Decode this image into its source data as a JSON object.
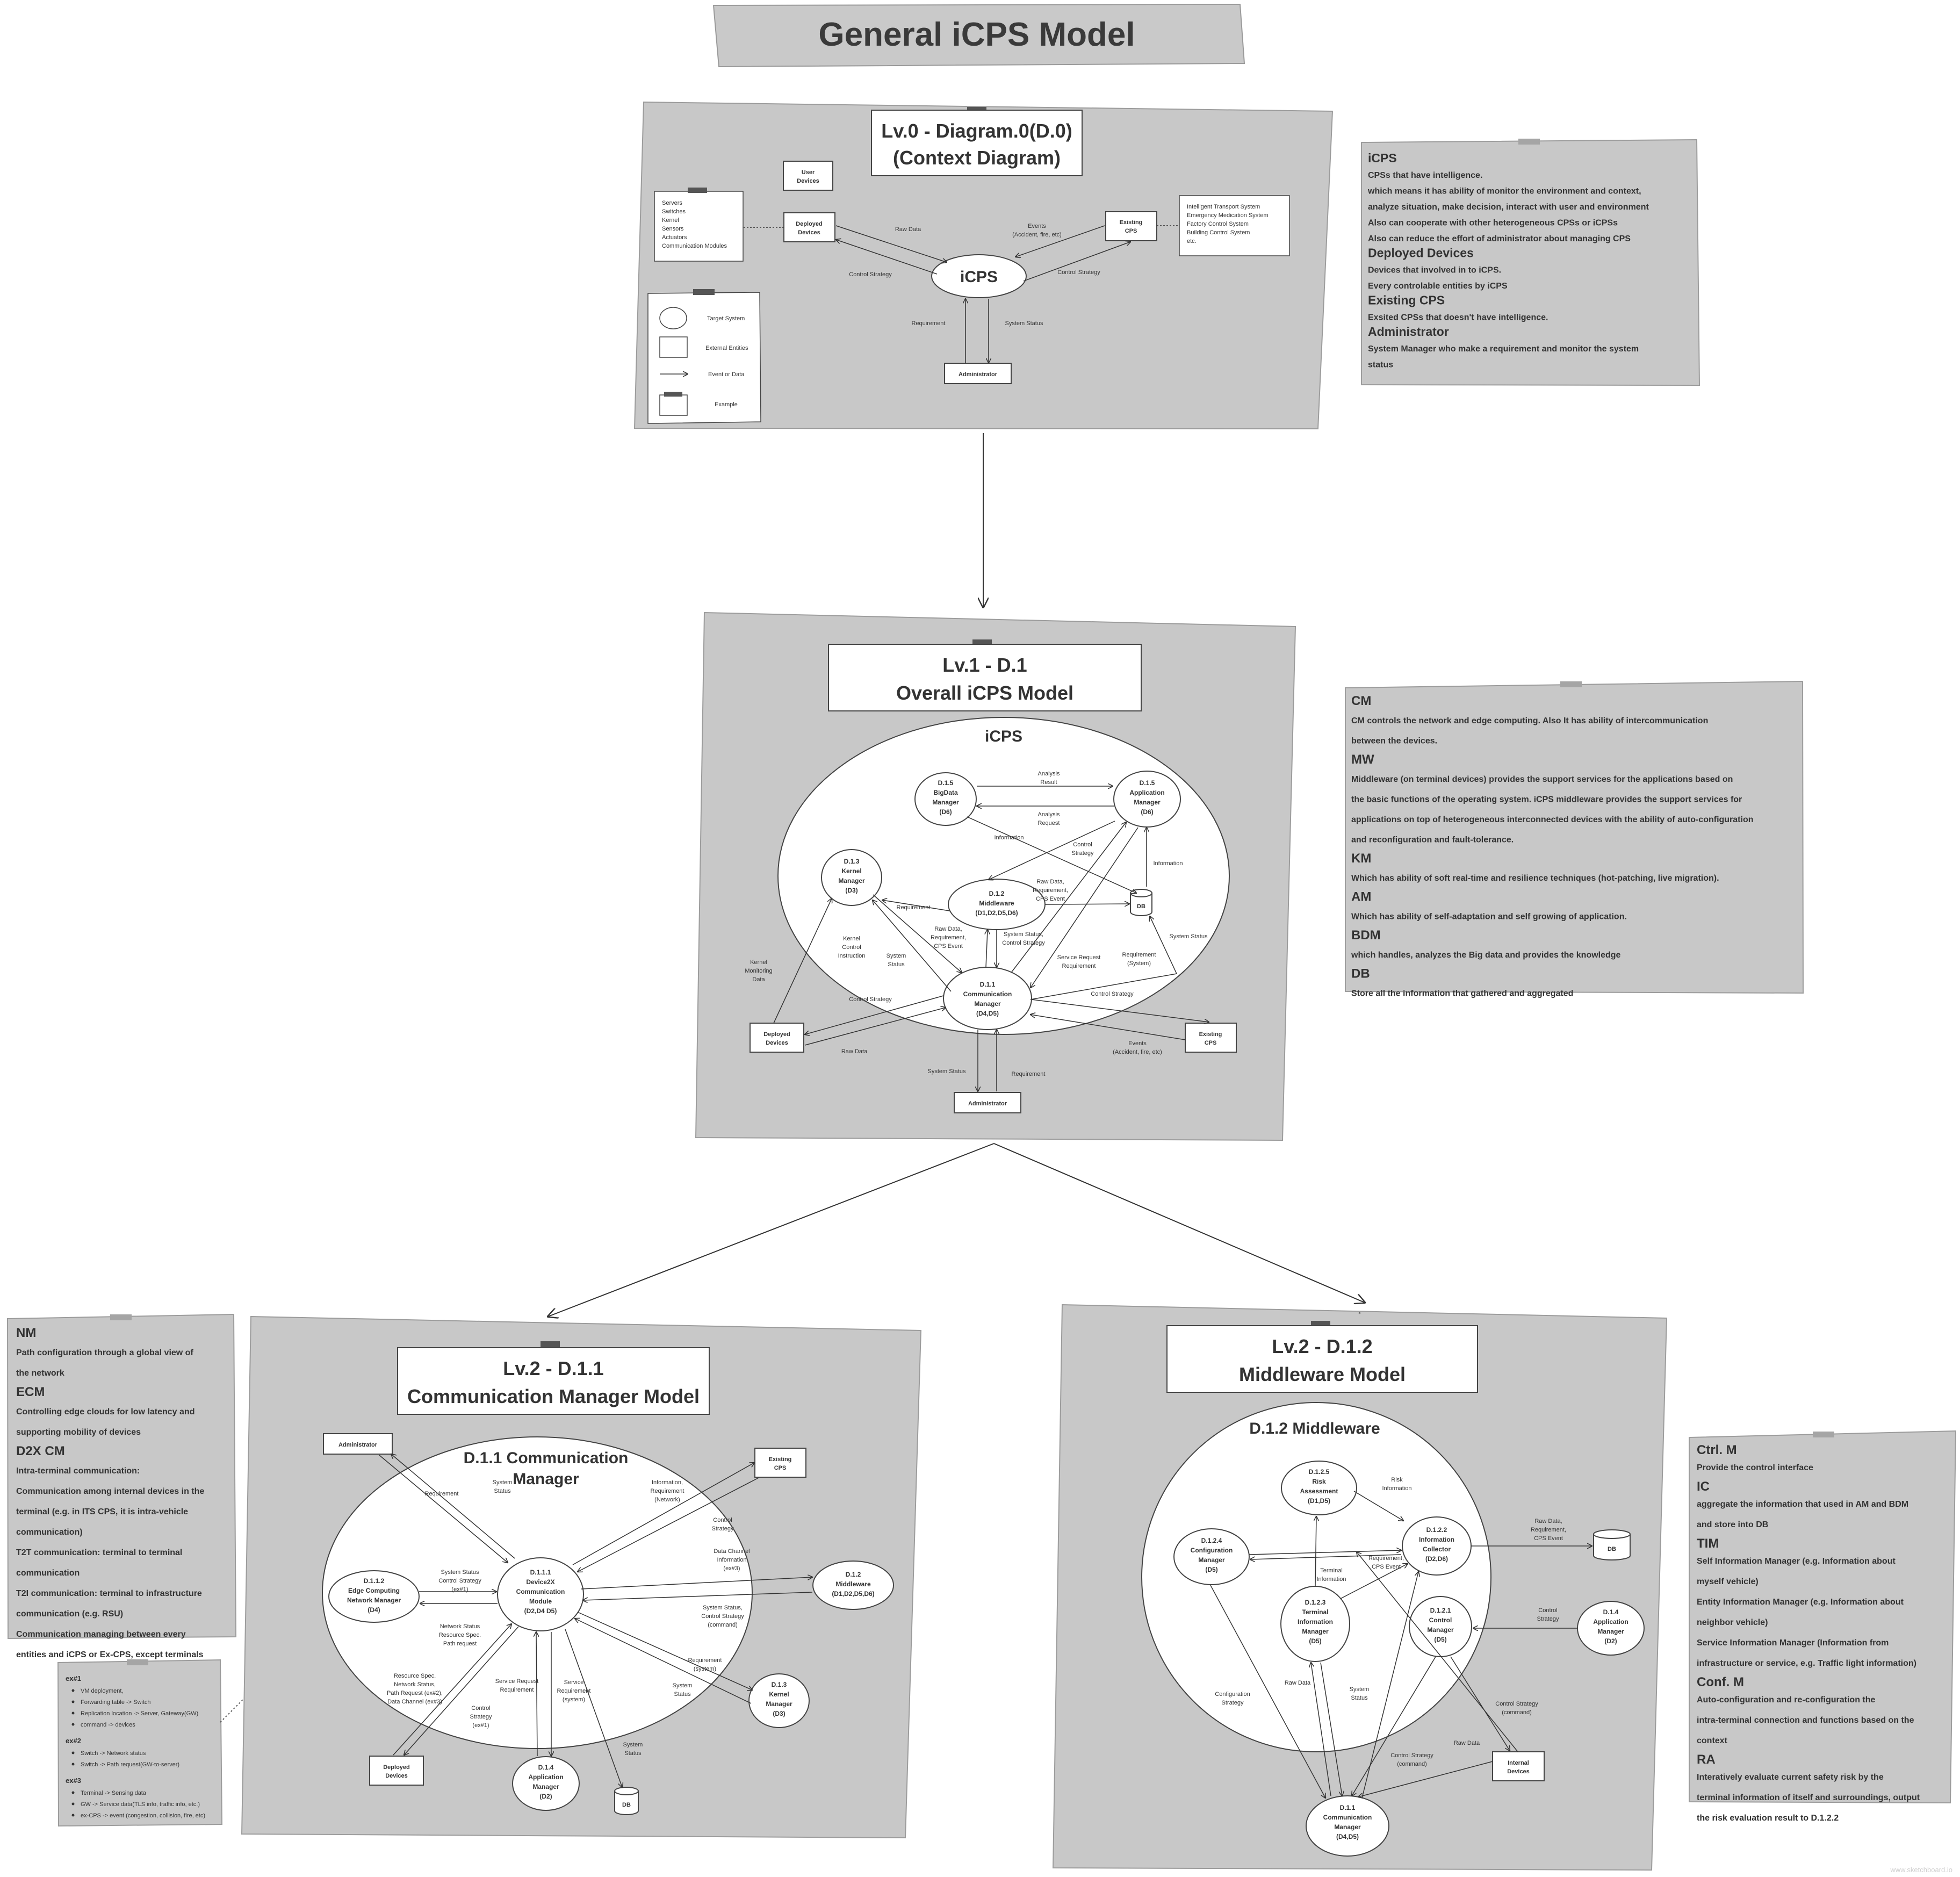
{
  "page_title": "General iCPS Model",
  "watermark": "www.sketchboard.io",
  "lv0": {
    "title_line1": "Lv.0 - Diagram.0(D.0)",
    "title_line2": "(Context Diagram)",
    "center": "iCPS",
    "user_devices": [
      "User",
      "Devices"
    ],
    "deployed_devices": [
      "Deployed",
      "Devices"
    ],
    "existing_cps": [
      "Existing",
      "CPS"
    ],
    "administrator": "Administrator",
    "deployed_examples": [
      "Servers",
      "Switches",
      "Kernel",
      "Sensors",
      "Actuators",
      "Communication Modules"
    ],
    "existing_examples": [
      "Intelligent Transport System",
      "Emergency Medication System",
      "Factory Control System",
      "Building Control System",
      "etc."
    ],
    "flows": {
      "raw_data": "Raw Data",
      "events": [
        "Events",
        "(Accident, fire, etc)"
      ],
      "control_strategy_left": "Control Strategy",
      "control_strategy_right": "Control Strategy",
      "requirement": "Requirement",
      "system_status": "System Status"
    },
    "legend": [
      "Target System",
      "External Entities",
      "Event or Data",
      "Example"
    ]
  },
  "note_icps": [
    {
      "h": "iCPS",
      "t": [
        "CPSs that have intelligence.",
        "which means it has ability of monitor the environment and context,",
        "analyze situation, make decision, interact with user and environment",
        "Also can cooperate with other heterogeneous CPSs or iCPSs",
        "Also can reduce the effort of administrator about managing CPS"
      ]
    },
    {
      "h": "Deployed Devices",
      "t": [
        "Devices that involved in to iCPS.",
        "Every controlable entities by iCPS"
      ]
    },
    {
      "h": "Existing CPS",
      "t": [
        "Exsited CPSs that doesn't have intelligence."
      ]
    },
    {
      "h": "Administrator",
      "t": [
        "System Manager who make a requirement and monitor the system",
        "status"
      ]
    }
  ],
  "lv1": {
    "title_line1": "Lv.1 - D.1",
    "title_line2": "Overall iCPS Model",
    "system": "iCPS",
    "nodes": {
      "bigdata": [
        "D.1.5",
        "BigData",
        "Manager",
        "(D6)"
      ],
      "appmgr": [
        "D.1.5",
        "Application",
        "Manager",
        "(D6)"
      ],
      "kernel": [
        "D.1.3",
        "Kernel",
        "Manager",
        "(D3)"
      ],
      "middleware": [
        "D.1.2",
        "Middleware",
        "(D1,D2,D5,D6)"
      ],
      "comm": [
        "D.1.1",
        "Communication",
        "Manager",
        "(D4,D5)"
      ],
      "db": "DB"
    },
    "deployed_devices": [
      "Deployed",
      "Devices"
    ],
    "existing_cps": [
      "Existing",
      "CPS"
    ],
    "administrator": "Administrator",
    "labels": {
      "analysis_result": [
        "Analysis",
        "Result"
      ],
      "analysis_request": [
        "Analysis",
        "Request"
      ],
      "information_left": "Information",
      "control_strategy_top": [
        "Control",
        "Strategy"
      ],
      "information_right": "Information",
      "requirement_km": "Requirement",
      "raw_data_mw": [
        "Raw Data,",
        "Requirement,",
        "CPS Event"
      ],
      "raw_data_cm": [
        "Raw Data,",
        "Requirement,",
        "CPS Event"
      ],
      "kernel_control": [
        "Kernel",
        "Control",
        "Instruction"
      ],
      "system_status_km": [
        "System",
        "Status"
      ],
      "sys_status_ctrl": [
        "System Status,",
        "Control Strategy"
      ],
      "service_request": [
        "Service Request",
        "Requirement"
      ],
      "requirement_system": [
        "Requirement",
        "(System)"
      ],
      "system_status_db": "System Status",
      "kernel_monitoring": [
        "Kernel",
        "Monitoring",
        "Data"
      ],
      "control_strategy_left": "Control Strategy",
      "control_strategy_right": "Control Strategy",
      "raw_data": "Raw Data",
      "events": [
        "Events",
        "(Accident, fire, etc)"
      ],
      "system_status": "System Status",
      "requirement": "Requirement"
    }
  },
  "note_lv1": [
    {
      "h": "CM",
      "t": [
        "CM controls the network and edge computing. Also It has ability of intercommunication",
        "between the devices."
      ]
    },
    {
      "h": "MW",
      "t": [
        "Middleware (on terminal devices) provides the support services for the applications based on",
        "the basic functions of the operating system. iCPS middleware provides the support services for",
        "applications on top of heterogeneous interconnected devices with the ability of auto-configuration",
        "and reconfiguration and fault-tolerance."
      ]
    },
    {
      "h": "KM",
      "t": [
        "Which has ability of soft real-time and resilience techniques (hot-patching, live migration)."
      ]
    },
    {
      "h": "AM",
      "t": [
        "Which has ability of self-adaptation and self growing of application."
      ]
    },
    {
      "h": "BDM",
      "t": [
        "which handles, analyzes the Big data and provides the knowledge"
      ]
    },
    {
      "h": "DB",
      "t": [
        "Store all the information that gathered and aggregated"
      ]
    }
  ],
  "lv2a": {
    "title_line1": "Lv.2 - D.1.1",
    "title_line2": "Communication Manager Model",
    "system": [
      "D.1.1 Communication",
      "Manager"
    ],
    "nodes": {
      "d2x": [
        "D.1.1.1",
        "Device2X",
        "Communication",
        "Module",
        "(D2,D4 D5)"
      ],
      "edge": [
        "D.1.1.2",
        "Edge Computing",
        "Network Manager",
        "(D4)"
      ],
      "middleware": [
        "D.1.2",
        "Middleware",
        "(D1,D2,D5,D6)"
      ],
      "kernel": [
        "D.1.3",
        "Kernel",
        "Manager",
        "(D3)"
      ],
      "appmgr": [
        "D.1.4",
        "Application",
        "Manager",
        "(D2)"
      ],
      "db": "DB"
    },
    "administrator": "Administrator",
    "existing_cps": [
      "Existing",
      "CPS"
    ],
    "deployed_devices": [
      "Deployed",
      "Devices"
    ],
    "labels": {
      "requirement": "Requirement",
      "system_status": [
        "System",
        "Status"
      ],
      "info_req": [
        "Information,",
        "Requirement",
        "(Network)"
      ],
      "control_strategy_top": [
        "Control",
        "Strategy"
      ],
      "data_channel": [
        "Data Channel",
        "Information",
        "(ex#3)"
      ],
      "sys_ctrl_cmd": [
        "System Status,",
        "Control Strategy",
        "(command)"
      ],
      "sys_status_edge": [
        "System Status",
        "Control Strategy",
        "(ex#1)"
      ],
      "network_status": [
        "Network Status",
        "Resource Spec.",
        "Path request"
      ],
      "resource_spec": [
        "Resource Spec.",
        "Network Status,",
        "Path Request (ex#2),",
        "Data Channel (ex#3)"
      ],
      "control_strategy_dev": [
        "Control",
        "Strategy",
        "(ex#1)"
      ],
      "service_request": [
        "Service Request",
        "Requirement"
      ],
      "service_req_sys": [
        "Service",
        "Requirement",
        "(system)"
      ],
      "requirement_system": [
        "Requirement",
        "(system)"
      ],
      "system_status_km": [
        "System",
        "Status"
      ],
      "system_status_db": [
        "System",
        "Status"
      ]
    }
  },
  "note_lv2a": [
    {
      "h": "NM",
      "t": [
        "Path configuration through a global view of",
        "the network"
      ]
    },
    {
      "h": "ECM",
      "t": [
        "Controlling edge clouds for low latency and",
        "supporting mobility of devices"
      ]
    },
    {
      "h": "D2X CM",
      "t": [
        "Intra-terminal communication:",
        "Communication among internal devices in the",
        "terminal (e.g. in ITS CPS, it is intra-vehicle",
        "communication)",
        "T2T communication: terminal to terminal",
        "communication",
        "T2I communication: terminal to infrastructure",
        "communication (e.g. RSU)",
        "Communication managing between every",
        "entities and iCPS or Ex-CPS, except terminals"
      ]
    }
  ],
  "examples_note": [
    {
      "h": "ex#1",
      "items": [
        "VM deployment,",
        "Forwarding table -> Switch",
        "Replication location -> Server, Gateway(GW)",
        "command -> devices"
      ]
    },
    {
      "h": "ex#2",
      "items": [
        "Switch -> Network status",
        "Switch -> Path request(GW-to-server)"
      ]
    },
    {
      "h": "ex#3",
      "items": [
        "Terminal -> Sensing data",
        "GW -> Service data(TLS info, traffic info, etc.)",
        "ex-CPS -> event (congestion, collision, fire, etc)"
      ]
    }
  ],
  "lv2b": {
    "title_line1": "Lv.2 - D.1.2",
    "title_line2": "Middleware Model",
    "system": "D.1.2 Middleware",
    "nodes": {
      "risk": [
        "D.1.2.5",
        "Risk",
        "Assessment",
        "(D1,D5)"
      ],
      "config": [
        "D.1.2.4",
        "Configuration",
        "Manager",
        "(D5)"
      ],
      "info": [
        "D.1.2.2",
        "Information",
        "Collector",
        "(D2,D6)"
      ],
      "tim": [
        "D.1.2.3",
        "Terminal",
        "Information",
        "Manager",
        "(D5)"
      ],
      "control": [
        "D.1.2.1",
        "Control",
        "Manager",
        "(D5)"
      ],
      "appmgr": [
        "D.1.4",
        "Application",
        "Manager",
        "(D2)"
      ],
      "comm": [
        "D.1.1",
        "Communication",
        "Manager",
        "(D4,D5)"
      ],
      "db": "DB"
    },
    "internal_devices": [
      "Internal",
      "Devices"
    ],
    "labels": {
      "risk_info": [
        "Risk",
        "Information"
      ],
      "raw_data_db": [
        "Raw Data,",
        "Requirement,",
        "CPS Event"
      ],
      "terminal_info": [
        "Terminal",
        "Information"
      ],
      "req_cps_event": [
        "Requirement,",
        "CPS Event"
      ],
      "control_strategy_am": [
        "Control",
        "Strategy"
      ],
      "configuration_strategy": [
        "Configuration",
        "Strategy"
      ],
      "raw_data": "Raw Data",
      "system_status": [
        "System",
        "Status"
      ],
      "control_strategy_cmd": [
        "Control Strategy",
        "(command)"
      ],
      "raw_data_internal": "Raw Data",
      "control_strategy_internal": [
        "Control Strategy",
        "(command)"
      ]
    }
  },
  "note_lv2b": [
    {
      "h": "Ctrl. M",
      "t": [
        "Provide the control interface"
      ]
    },
    {
      "h": "IC",
      "t": [
        "aggregate the information that used in AM and BDM",
        "and store into DB"
      ]
    },
    {
      "h": "TIM",
      "t": [
        "Self Information Manager (e.g. Information about",
        "myself vehicle)",
        "Entity Information Manager (e.g. Information about",
        "neighbor vehicle)",
        "Service Information Manager (Information from",
        "infrastructure or service, e.g. Traffic light information)"
      ]
    },
    {
      "h": "Conf. M",
      "t": [
        "Auto-configuration and re-configuration the",
        "intra-terminal connection and functions based on the",
        "context"
      ]
    },
    {
      "h": "RA",
      "t": [
        "Interatively evaluate current safety risk by the",
        "terminal information of itself and surroundings, output",
        "the risk evaluation result to D.1.2.2"
      ]
    }
  ]
}
